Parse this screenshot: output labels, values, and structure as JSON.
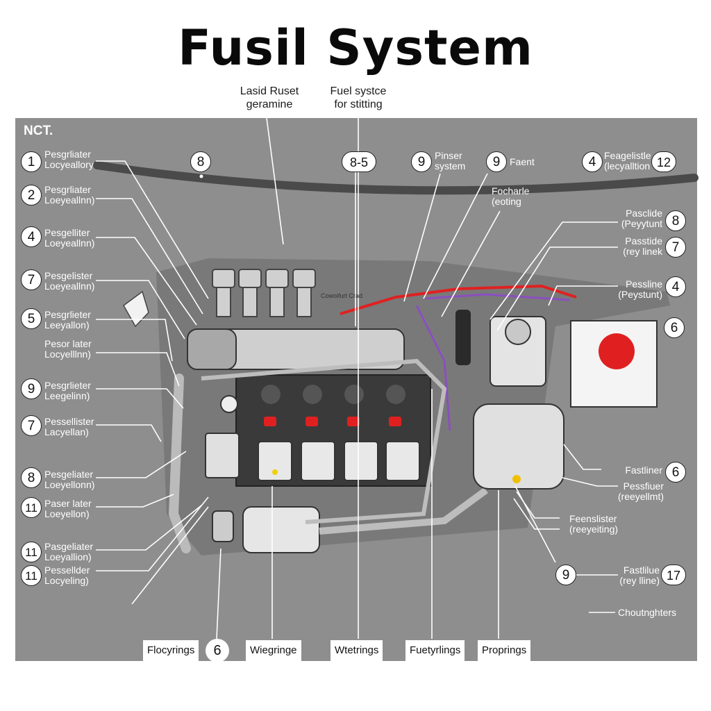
{
  "title": "Fusil System",
  "top_labels": [
    {
      "line1": "Lasid Ruset",
      "line2": "geramine"
    },
    {
      "line1": "Fuel systce",
      "line2": "for stitting"
    }
  ],
  "panel_note": "NCT.",
  "engine_note": "Cowoifurt Crad",
  "left_callouts": [
    {
      "num": "1",
      "line1": "Pesgrliater",
      "line2": "Locyeallory"
    },
    {
      "num": "2",
      "line1": "Pesgrliater",
      "line2": "Loeyeallnn)"
    },
    {
      "num": "4",
      "line1": "Pesgelliter",
      "line2": "Loeyeallnn)"
    },
    {
      "num": "7",
      "line1": "Pesgelister",
      "line2": "Loeyeallnn)"
    },
    {
      "num": "5",
      "line1": "Pesgrlieter",
      "line2": "Leeyallon)"
    },
    {
      "num": "",
      "line1": "Pesor later",
      "line2": "Locyelllnn)"
    },
    {
      "num": "9",
      "line1": "Pesgrlieter",
      "line2": "Leegelinn)"
    },
    {
      "num": "7",
      "line1": "Pessellister",
      "line2": "Lacyellan)"
    },
    {
      "num": "8",
      "line1": "Pesgeliater",
      "line2": "Loeyellonn)"
    },
    {
      "num": "11",
      "line1": "Paser later",
      "line2": "Loeyellon)"
    },
    {
      "num": "11",
      "line1": "Pasgeliater",
      "line2": "Loeyallion)"
    },
    {
      "num": "11",
      "line1": "Pessellder",
      "line2": "Locyeling)"
    }
  ],
  "top_callouts": [
    {
      "num": "8",
      "line1": "",
      "line2": ""
    },
    {
      "num": "8-5",
      "line1": "",
      "line2": ""
    },
    {
      "num": "9",
      "line1": "Pinser",
      "line2": "system"
    },
    {
      "num": "9",
      "line1": "Faent",
      "line2": ""
    },
    {
      "num": "4",
      "num2": "12",
      "line1": "Feagelistle",
      "line2": "(lecyalltion"
    }
  ],
  "mid_top_label": {
    "line1": "Focharle",
    "line2": "(eoting"
  },
  "right_callouts": [
    {
      "num": "8",
      "line1": "Pasclide",
      "line2": "(Peyytunt"
    },
    {
      "num": "7",
      "line1": "Passtide",
      "line2": "(rey linek"
    },
    {
      "num": "4",
      "line1": "Pessline",
      "line2": "(Peystunt)"
    },
    {
      "num": "6",
      "line1": "",
      "line2": ""
    },
    {
      "num": "6",
      "line1": "Fastliner",
      "line2": ""
    },
    {
      "num": "",
      "line1": "Pessfiuer",
      "line2": "(reeyellmt)"
    },
    {
      "num": "",
      "line1": "Feenslister",
      "line2": "(reeyeiting)"
    },
    {
      "num": "9",
      "line1": "",
      "line2": ""
    },
    {
      "num": "17",
      "line1": "Fastlilue",
      "line2": "(rey lline)"
    },
    {
      "num": "",
      "line1": "Choutnghters",
      "line2": ""
    }
  ],
  "bottom_labels": [
    {
      "text": "Flocyrings"
    },
    {
      "text": "6"
    },
    {
      "text": "Wiegringe"
    },
    {
      "text": "Wtetrings"
    },
    {
      "text": "Fuetyrlings"
    },
    {
      "text": "Proprings"
    }
  ],
  "colors": {
    "panel": "#8e8e8e",
    "accent_red": "#e02020",
    "wire_purple": "#8a4fc0"
  }
}
